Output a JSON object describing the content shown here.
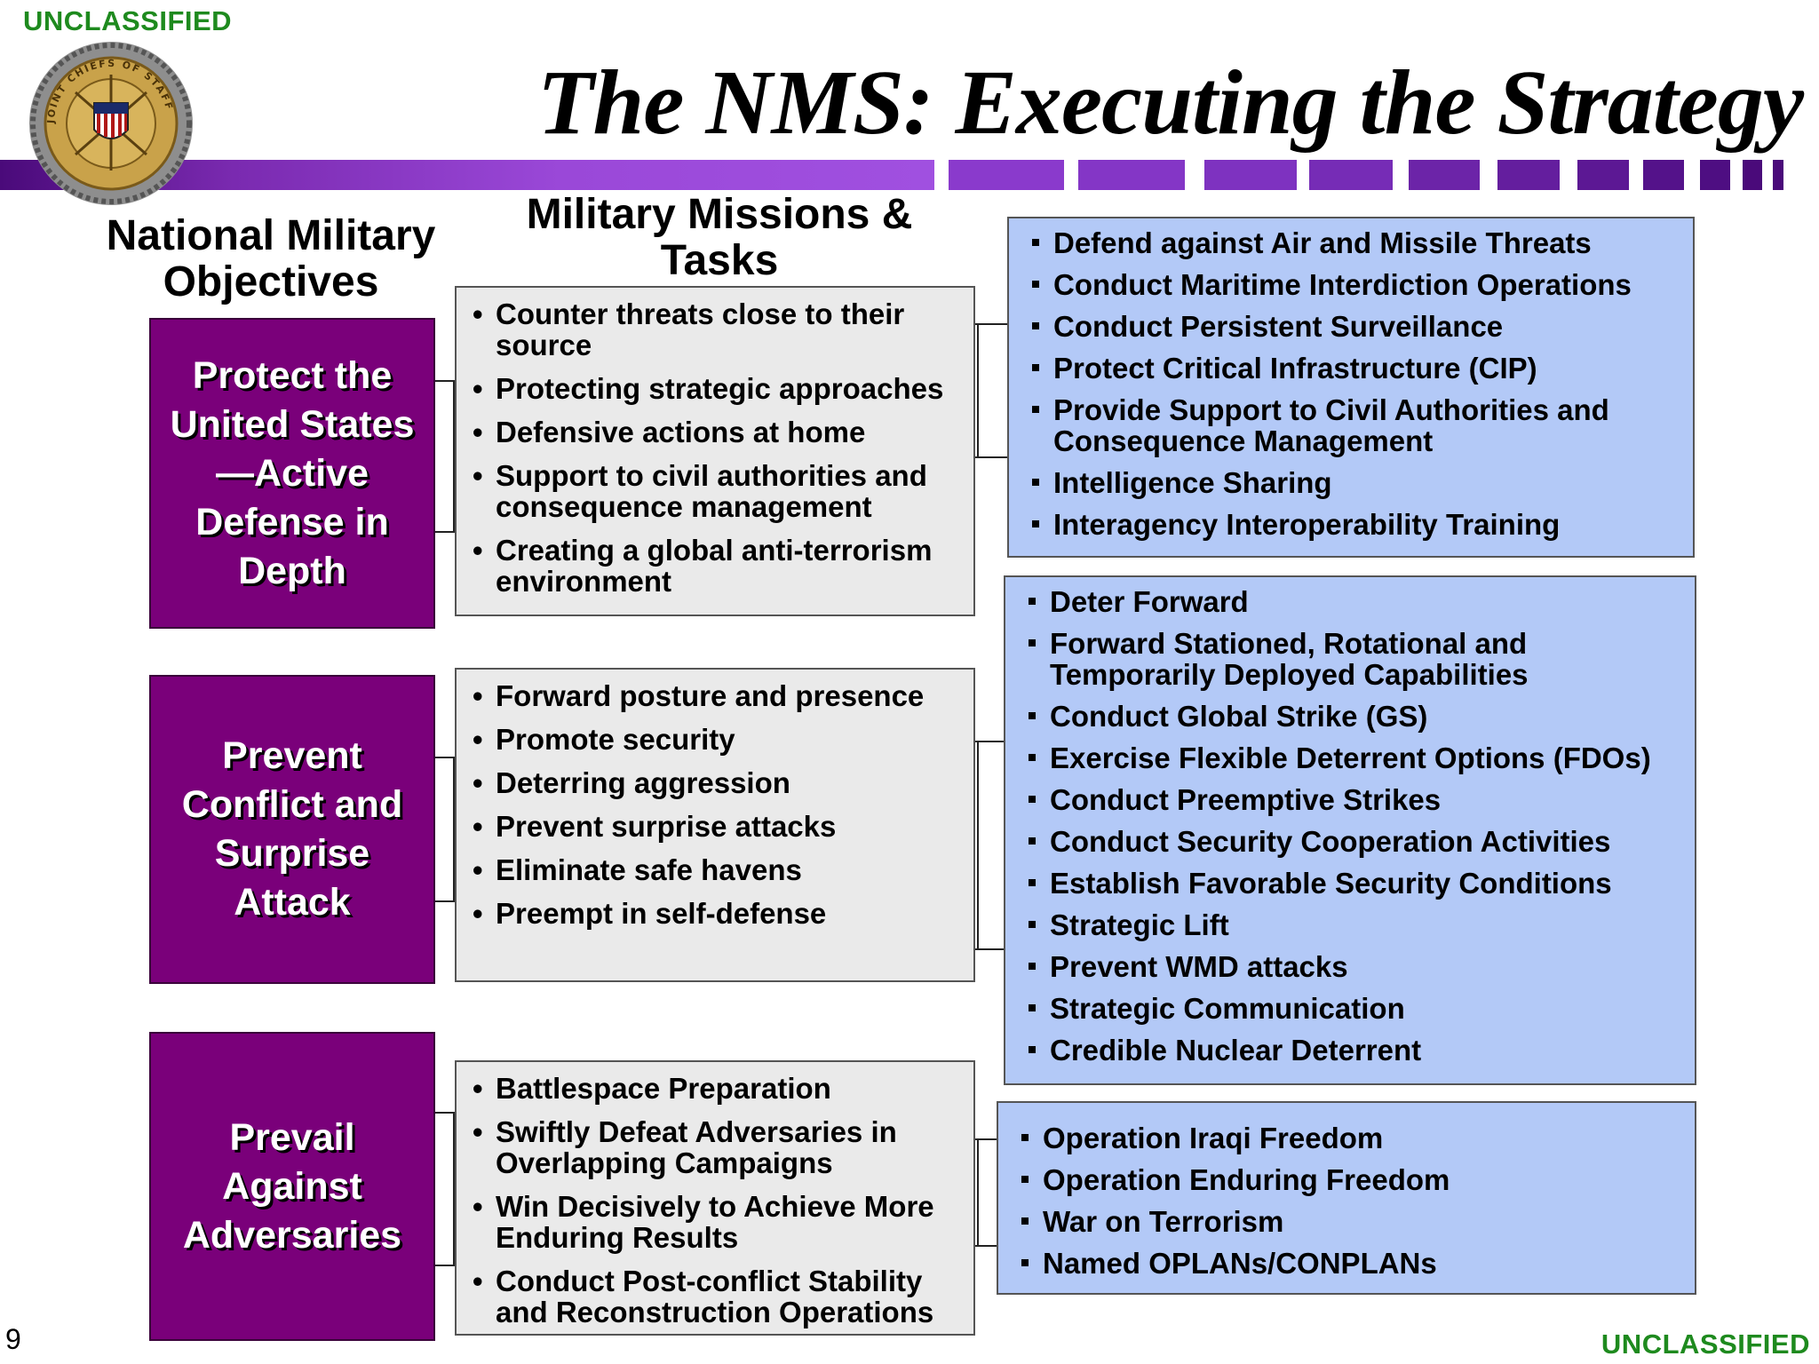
{
  "classification_top": "UNCLASSIFIED",
  "classification_bottom": "UNCLASSIFIED",
  "page_number": "9",
  "title": "The NMS: Executing the Strategy",
  "colors": {
    "classification": "#1e8a1e",
    "band_purple_light": "#a050e0",
    "band_purple_dark": "#4a0a7a",
    "objective_box": "#7a007a",
    "mission_box": "#eaeaea",
    "task_box": "#b3c9f7"
  },
  "logo_icon": "joint-chiefs-of-staff-seal",
  "logo_text": "JOINT CHIEFS OF STAFF",
  "headers": {
    "objectives": "National Military Objectives",
    "missions": "Military Missions & Tasks"
  },
  "objectives": [
    "Protect the United States—Active Defense in Depth",
    "Prevent Conflict and Surprise Attack",
    "Prevail Against Adversaries"
  ],
  "missions": [
    [
      "Counter threats close to their source",
      "Protecting strategic approaches",
      "Defensive actions at home",
      "Support to civil authorities and consequence management",
      "Creating a global anti-terrorism environment"
    ],
    [
      "Forward posture and presence",
      "Promote security",
      "Deterring aggression",
      "Prevent surprise attacks",
      "Eliminate safe havens",
      "Preempt in self-defense"
    ],
    [
      "Battlespace Preparation",
      "Swiftly Defeat Adversaries in Overlapping Campaigns",
      "Win Decisively to Achieve More Enduring Results",
      "Conduct Post-conflict Stability and Reconstruction Operations"
    ]
  ],
  "tasks": [
    [
      "Defend against Air and Missile Threats",
      "Conduct Maritime Interdiction Operations",
      "Conduct Persistent Surveillance",
      "Protect Critical Infrastructure (CIP)",
      "Provide Support to Civil Authorities and Consequence Management",
      "Intelligence Sharing",
      "Interagency Interoperability Training"
    ],
    [
      "Deter Forward",
      "Forward Stationed, Rotational and Temporarily Deployed Capabilities",
      "Conduct Global Strike (GS)",
      "Exercise Flexible Deterrent Options (FDOs)",
      "Conduct Preemptive Strikes",
      "Conduct Security Cooperation Activities",
      "Establish Favorable Security Conditions",
      "Strategic Lift",
      "Prevent WMD attacks",
      "Strategic Communication",
      "Credible Nuclear Deterrent"
    ],
    [
      "Operation Iraqi Freedom",
      "Operation Enduring Freedom",
      "War on Terrorism",
      "Named OPLANs/CONPLANs"
    ]
  ]
}
